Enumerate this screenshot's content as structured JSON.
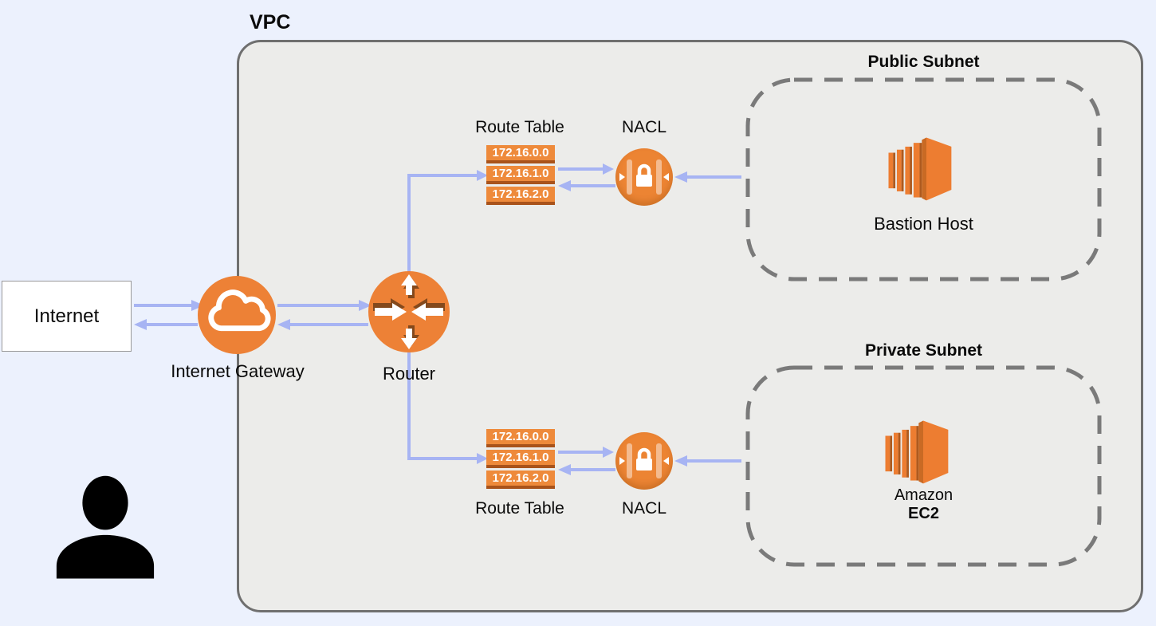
{
  "vpc": {
    "label": "VPC"
  },
  "internet": {
    "label": "Internet"
  },
  "internet_gateway": {
    "label": "Internet Gateway"
  },
  "router": {
    "label": "Router"
  },
  "route_table_top": {
    "label": "Route Table",
    "entries": [
      "172.16.0.0",
      "172.16.1.0",
      "172.16.2.0"
    ]
  },
  "route_table_bottom": {
    "label": "Route Table",
    "entries": [
      "172.16.0.0",
      "172.16.1.0",
      "172.16.2.0"
    ]
  },
  "nacl_top": {
    "label": "NACL"
  },
  "nacl_bottom": {
    "label": "NACL"
  },
  "public_subnet": {
    "label": "Public Subnet",
    "instance": "Bastion Host"
  },
  "private_subnet": {
    "label": "Private Subnet",
    "instance_line1": "Amazon",
    "instance_line2": "EC2"
  },
  "icons": {
    "internet_gateway": "cloud-icon",
    "router": "router-arrows-icon",
    "nacl": "lock-icon",
    "instances": "ec2-box-icon",
    "user": "person-silhouette-icon"
  },
  "colors": {
    "background": "#ECF1FD",
    "vpc_fill": "#ECECEA",
    "vpc_border": "#6F6F6F",
    "aws_orange": "#ED8136",
    "orange_dark": "#A9531B",
    "arrow_blue": "#A7B4F3",
    "subnet_dash_border": "#7A7A7A",
    "silhouette": "#000000"
  }
}
